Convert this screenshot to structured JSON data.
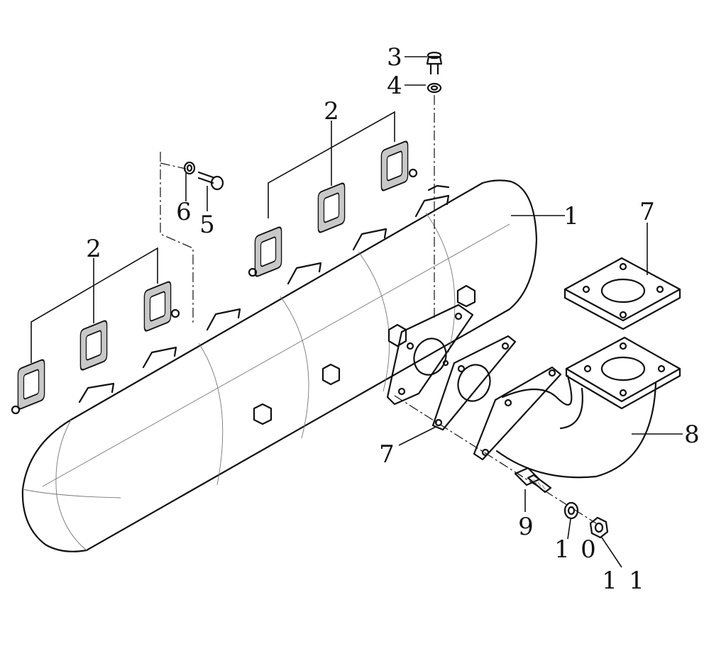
{
  "callouts": {
    "c1": "1",
    "c2_upper": "2",
    "c2_lower": "2",
    "c3": "3",
    "c4": "4",
    "c5": "5",
    "c6": "6",
    "c7_upper": "7",
    "c7_lower": "7",
    "c8": "8",
    "c9": "9",
    "c10_a": "1",
    "c10_b": "0",
    "c11_a": "1",
    "c11_b": "1"
  },
  "colors": {
    "line": "#111111",
    "gasket_fill": "#c8c8c8",
    "background": "#ffffff"
  }
}
